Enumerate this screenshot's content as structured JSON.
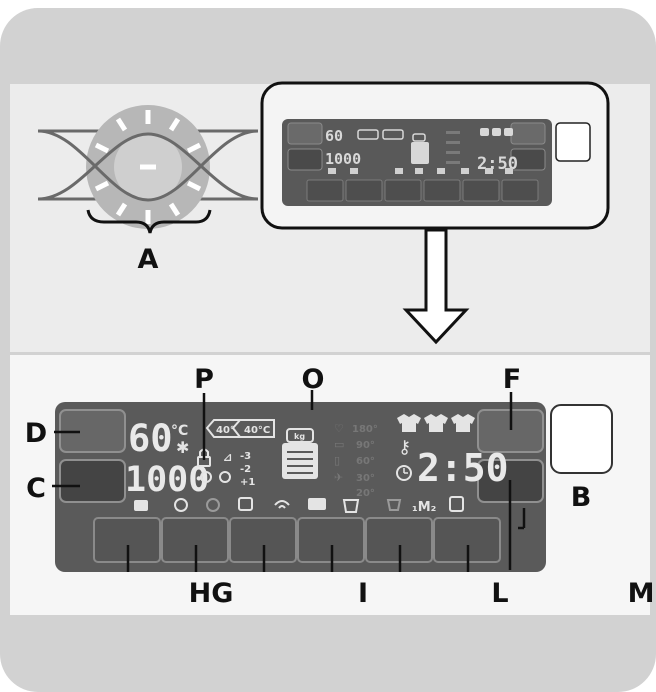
{
  "callouts": {
    "A": "A",
    "B": "B",
    "C": "C",
    "D": "D",
    "F": "F",
    "HG": "HG",
    "I": "I",
    "L": "L",
    "M": "M",
    "O": "O",
    "P": "P"
  },
  "display": {
    "temperature": "60",
    "temperature_unit": "°C",
    "spin": "1000",
    "time": "2:50",
    "delay_1": "40°C",
    "delay_2": "40°C",
    "weight_unit": "kg",
    "level_1": "180°",
    "level_2": "90°",
    "level_3": "60°",
    "level_4": "30°",
    "level_5": "20°",
    "option_1": "-3",
    "option_2": "-2",
    "option_3": "+1",
    "multi": "₁M₂"
  },
  "colors": {
    "frame": "#d2d2d2",
    "panel": "#5a5a5a",
    "display_text": "#e9e9e9",
    "callout_text": "#111111"
  }
}
